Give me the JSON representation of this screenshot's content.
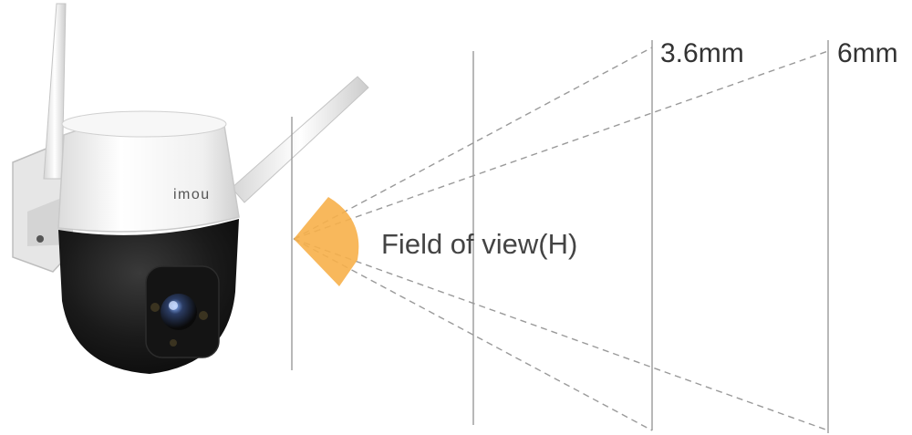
{
  "camera": {
    "brand": "imou",
    "body_color": "#f2f2f2",
    "dome_color": "#1c1c1c"
  },
  "diagram": {
    "fov_label": "Field of view(H)",
    "fov_wedge_color": "#f7b04a",
    "line_color": "#9a9a9a",
    "lenses": [
      {
        "label": "3.6mm"
      },
      {
        "label": "6mm"
      }
    ]
  }
}
